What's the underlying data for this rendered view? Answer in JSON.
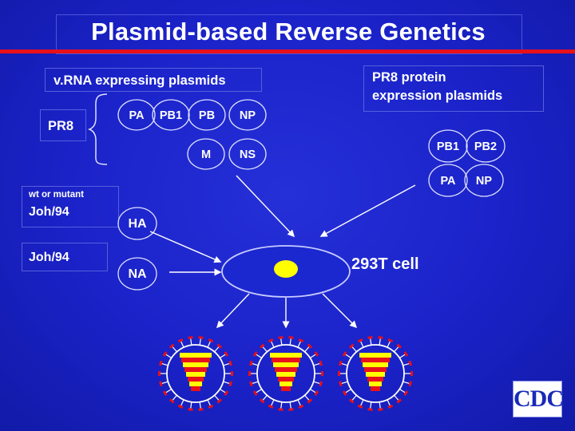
{
  "slide": {
    "title": "Plasmid-based Reverse Genetics",
    "vrna_plasmids_label": "v.RNA expressing plasmids",
    "protein_plasmids_label": [
      "PR8 protein",
      "expression plasmids"
    ],
    "pr8_label": "PR8",
    "pr8_segments": [
      "PA",
      "PB1",
      "PB",
      "NP",
      "M",
      "NS"
    ],
    "protein_segments": [
      "PB1",
      "PB2",
      "PA",
      "NP"
    ],
    "wt_or_mutant_label": "wt or mutant",
    "strain_ha": "Joh/94",
    "strain_na": "Joh/94",
    "ha_label": "HA",
    "na_label": "NA",
    "cell_label": "293T cell",
    "logo_text": "CDC"
  },
  "colors": {
    "background": "#1a22c8",
    "title_bar": "#e8101a",
    "cell_fill": "#1b27cf",
    "nucleus": "#ffff00",
    "virion_spikes": "#e8101a",
    "virion_stripes": [
      "#ffff00",
      "#e8101a"
    ]
  },
  "icons": [
    "virion-icon",
    "cell-icon",
    "bracket-icon",
    "arrow-icon",
    "cdc-logo"
  ]
}
